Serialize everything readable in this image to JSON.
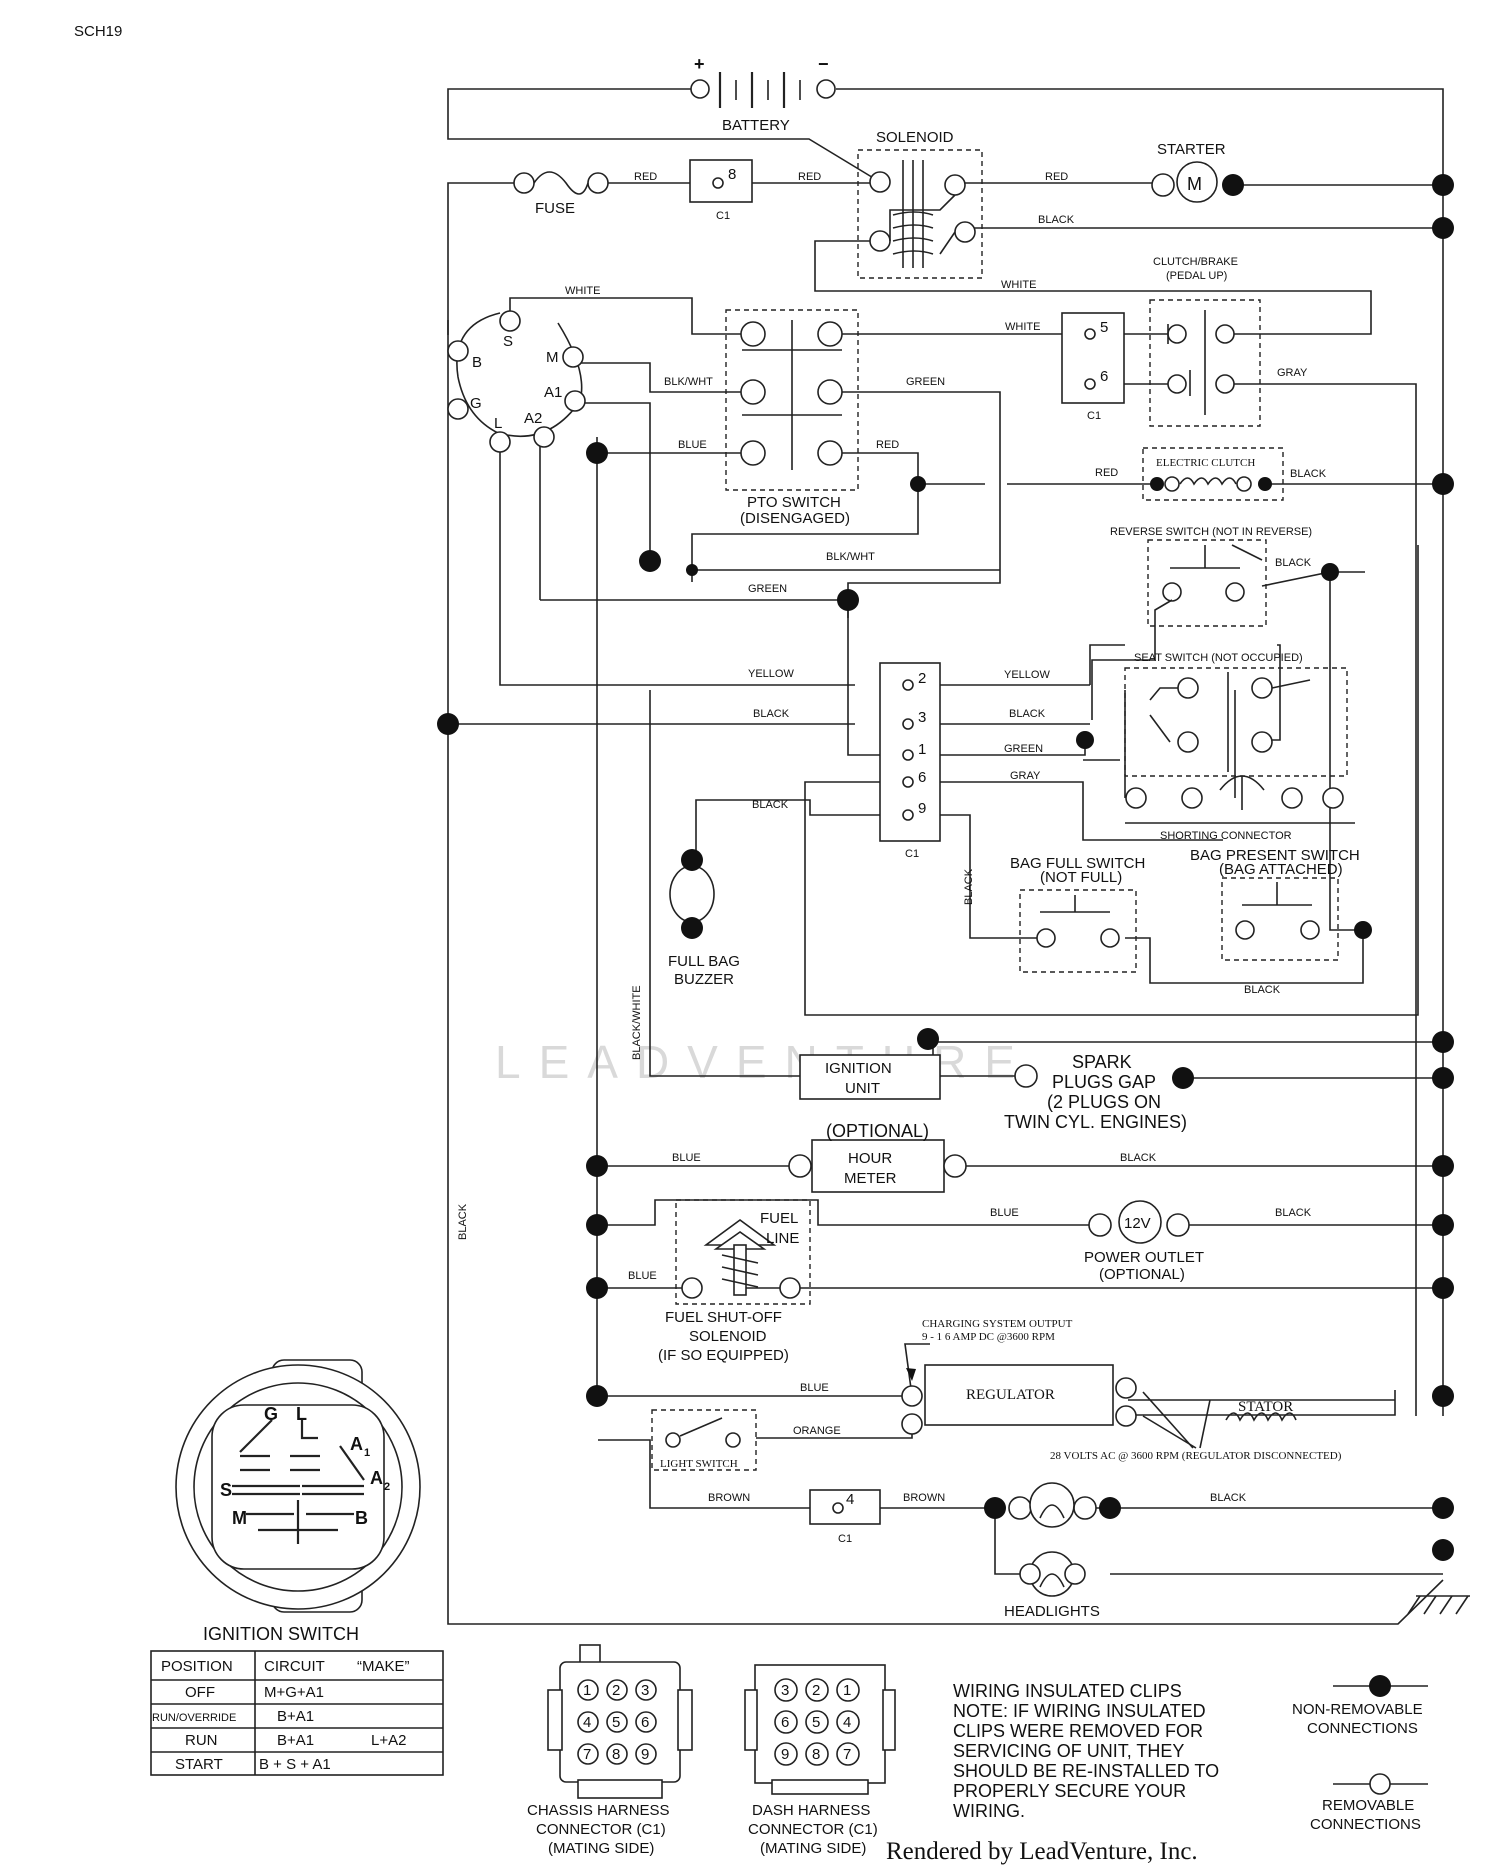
{
  "page": {
    "code": "SCH19",
    "watermark": "LEADVENTURE",
    "footer": "Rendered by LeadVenture, Inc."
  },
  "components": {
    "battery": "BATTERY",
    "battery_pos": "+",
    "battery_neg": "−",
    "solenoid": "SOLENOID",
    "starter": "STARTER",
    "starter_motor": "M",
    "fuse": "FUSE",
    "clutch_brake_1": "CLUTCH/BRAKE",
    "clutch_brake_2": "(PEDAL UP)",
    "pto_switch_1": "PTO SWITCH",
    "pto_switch_2": "(DISENGAGED)",
    "electric_clutch": "ELECTRIC CLUTCH",
    "reverse_switch": "REVERSE SWITCH (NOT IN REVERSE)",
    "seat_switch": "SEAT SWITCH (NOT OCCUPIED)",
    "shorting_connector": "SHORTING CONNECTOR",
    "bag_full_1": "BAG FULL SWITCH",
    "bag_full_2": "(NOT FULL)",
    "bag_present_1": "BAG PRESENT SWITCH",
    "bag_present_2": "(BAG ATTACHED)",
    "buzzer_1": "FULL BAG",
    "buzzer_2": "BUZZER",
    "ignition_1": "IGNITION",
    "ignition_2": "UNIT",
    "spark_1": "SPARK",
    "spark_2": "PLUGS GAP",
    "spark_3": "(2 PLUGS ON",
    "spark_4": "TWIN CYL. ENGINES)",
    "hour_opt": "(OPTIONAL)",
    "hour_1": "HOUR",
    "hour_2": "METER",
    "fuel_line_1": "FUEL",
    "fuel_line_2": "LINE",
    "fuel_sol_1": "FUEL SHUT-OFF",
    "fuel_sol_2": "SOLENOID",
    "fuel_sol_3": "(IF SO EQUIPPED)",
    "outlet_v": "12V",
    "outlet_1": "POWER OUTLET",
    "outlet_2": "(OPTIONAL)",
    "charging_1": "CHARGING SYSTEM OUTPUT",
    "charging_2": "9 - 1 6 AMP DC @3600 RPM",
    "regulator": "REGULATOR",
    "stator": "STATOR",
    "stator_note": "28 VOLTS AC @ 3600 RPM (REGULATOR DISCONNECTED)",
    "light_switch": "LIGHT SWITCH",
    "headlights": "HEADLIGHTS",
    "c1": "C1",
    "switch_terms": {
      "b": "B",
      "s": "S",
      "m": "M",
      "g": "G",
      "a1": "A1",
      "l": "L",
      "a2": "A2"
    }
  },
  "wire_labels": {
    "red": "RED",
    "black": "BLACK",
    "white": "WHITE",
    "blkwht": "BLK/WHT",
    "green": "GREEN",
    "blue": "BLUE",
    "gray": "GRAY",
    "yellow": "YELLOW",
    "orange": "ORANGE",
    "brown": "BROWN",
    "black_white": "BLACK/WHITE"
  },
  "c1_pins": {
    "p1": "1",
    "p2": "2",
    "p3": "3",
    "p4": "4",
    "p5": "5",
    "p6": "6",
    "p8": "8",
    "p9": "9"
  },
  "ignition_switch": {
    "title": "IGNITION SWITCH",
    "headers": [
      "POSITION",
      "CIRCUIT",
      "“MAKE”"
    ],
    "rows": [
      {
        "position": "OFF",
        "circuit": "M+G+A1",
        "make": ""
      },
      {
        "position": "RUN/OVERRIDE",
        "circuit": "B+A1",
        "make": ""
      },
      {
        "position": "RUN",
        "circuit": "B+A1",
        "make": "L+A2"
      },
      {
        "position": "START",
        "circuit": "B + S + A1",
        "make": ""
      }
    ],
    "face": {
      "g": "G",
      "l": "L",
      "a1": "A",
      "a1_sub": "1",
      "a2": "A",
      "a2_sub": "2",
      "s": "S",
      "m": "M",
      "b": "B"
    }
  },
  "connectors": {
    "chassis": {
      "title_1": "CHASSIS HARNESS",
      "title_2": "CONNECTOR (C1)",
      "title_3": "(MATING SIDE)",
      "pins": [
        "1",
        "2",
        "3",
        "4",
        "5",
        "6",
        "7",
        "8",
        "9"
      ]
    },
    "dash": {
      "title_1": "DASH HARNESS",
      "title_2": "CONNECTOR (C1)",
      "title_3": "(MATING SIDE)",
      "pins": [
        "3",
        "2",
        "1",
        "6",
        "5",
        "4",
        "9",
        "8",
        "7"
      ]
    }
  },
  "note": {
    "lines": [
      "WIRING INSULATED CLIPS",
      "NOTE: IF WIRING INSULATED",
      "CLIPS WERE REMOVED FOR",
      "SERVICING OF UNIT, THEY",
      "SHOULD BE RE-INSTALLED TO",
      "PROPERLY SECURE YOUR",
      "WIRING."
    ]
  },
  "legend": {
    "non_removable_1": "NON-REMOVABLE",
    "non_removable_2": "CONNECTIONS",
    "removable_1": "REMOVABLE",
    "removable_2": "CONNECTIONS"
  }
}
